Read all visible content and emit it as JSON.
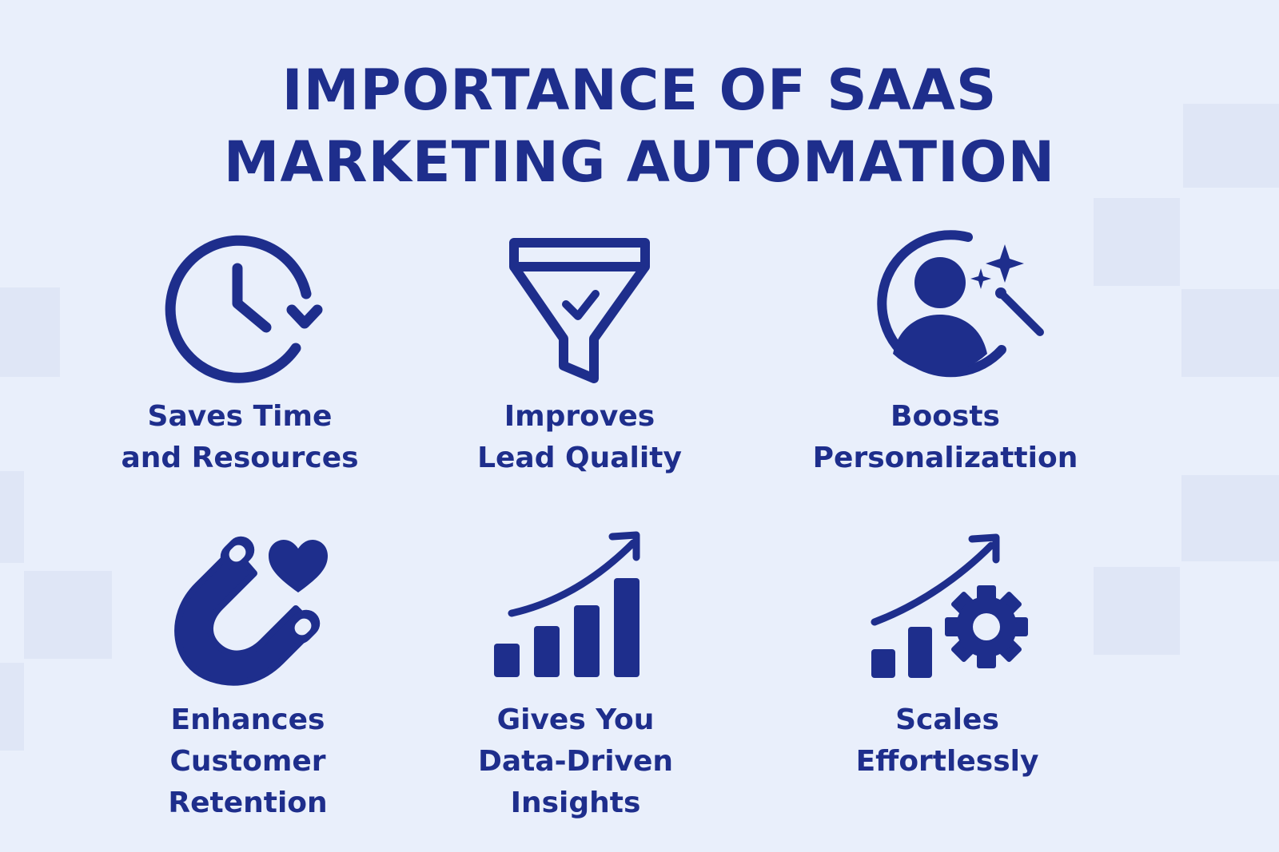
{
  "title": {
    "line1": "IMPORTANCE OF SAAS",
    "line2": "MARKETING AUTOMATION"
  },
  "colors": {
    "primary": "#1e2e8c",
    "background": "#e9effb"
  },
  "features": [
    {
      "icon": "clock-refresh-icon",
      "lines": [
        "Saves Time",
        "and Resources"
      ]
    },
    {
      "icon": "funnel-check-icon",
      "lines": [
        "Improves",
        "Lead Quality"
      ]
    },
    {
      "icon": "user-magic-wand-icon",
      "lines": [
        "Boosts",
        "Personalizattion"
      ]
    },
    {
      "icon": "magnet-heart-icon",
      "lines": [
        "Enhances",
        "Customer",
        "Retention"
      ]
    },
    {
      "icon": "bar-chart-growth-icon",
      "lines": [
        "Gives You",
        "Data-Driven",
        "Insights"
      ]
    },
    {
      "icon": "growth-gear-icon",
      "lines": [
        "Scales",
        "Effortlessly"
      ]
    }
  ]
}
